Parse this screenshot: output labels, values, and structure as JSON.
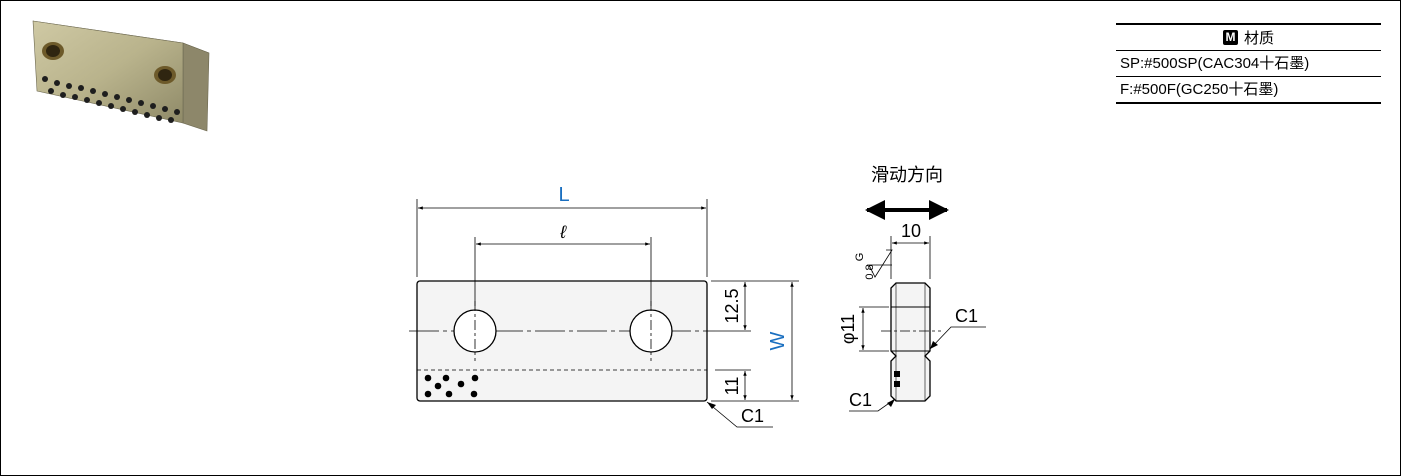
{
  "material_table": {
    "badge": "M",
    "title": "材质",
    "rows": [
      "SP:#500SP(CAC304十石墨)",
      "F:#500F(GC250十石墨)"
    ]
  },
  "drawing": {
    "dim_L": "L",
    "dim_l": "ℓ",
    "dim_W": "W",
    "dim_12_5": "12.5",
    "dim_11_bottom": "11",
    "chamfer_front": "C1",
    "sliding_direction": "滑动方向",
    "dim_10": "10",
    "surface_G": "G",
    "surface_roughness": "0.8",
    "hole_diameter": "φ11",
    "chamfer_side_top": "C1",
    "chamfer_side_bottom": "C1"
  },
  "colors": {
    "dimension_blue": "#1a6fc0",
    "plate_fill": "#f4f4f4",
    "line": "#000000"
  }
}
